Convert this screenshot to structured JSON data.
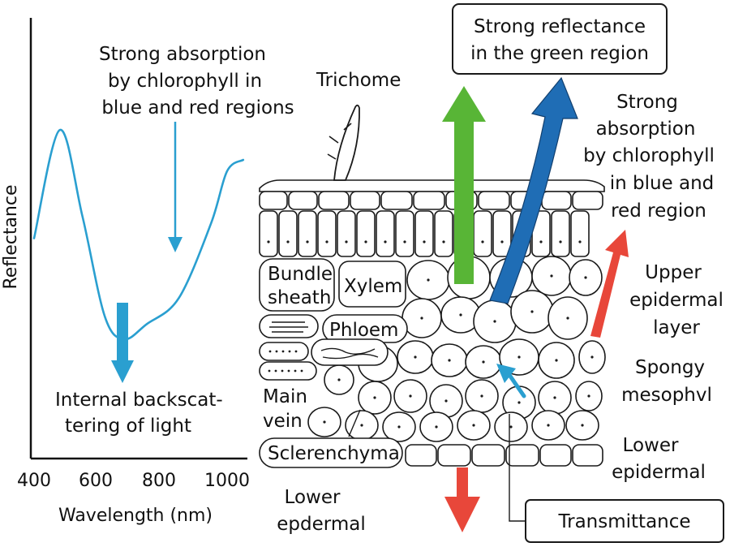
{
  "colors": {
    "curve": "#2a9fd0",
    "arrow_blue": "#2a9fd0",
    "arrow_green": "#58b536",
    "arrow_darkblue": "#1f6db5",
    "arrow_red": "#e8473a",
    "ink": "#111111"
  },
  "chart": {
    "ylabel": "Reflectance",
    "xlabel": "Wavelength (nm)",
    "ticks": [
      "400",
      "600",
      "800",
      "1000"
    ],
    "annotation_absorption": [
      "Strong absorption",
      "by chlorophyll in",
      "blue and red regions"
    ],
    "annotation_backscatter": [
      "Internal backscat-",
      "tering of light"
    ]
  },
  "chart_data": {
    "type": "line",
    "xlabel": "Wavelength (nm)",
    "ylabel": "Reflectance",
    "x_ticks": [
      400,
      600,
      800,
      1000
    ],
    "xlim": [
      400,
      1050
    ],
    "series": [
      {
        "x": [
          400,
          480,
          550,
          620,
          680,
          750,
          850,
          950,
          1000,
          1050
        ],
        "values": [
          0.59,
          0.88,
          0.65,
          0.38,
          0.32,
          0.36,
          0.43,
          0.63,
          0.77,
          0.8
        ]
      }
    ]
  },
  "labels": {
    "trichome": "Trichome",
    "bundle_sheath": [
      "Bundle",
      "sheath"
    ],
    "xylem": "Xylem",
    "phloem": "Phloem",
    "main_vein": [
      "Main",
      "vein"
    ],
    "sclerenchyma": "Sclerenchyma",
    "lower_epdermal": [
      "Lower",
      "epdermal"
    ],
    "strong_reflectance": [
      "Strong reflectance",
      "in the green region"
    ],
    "strong_absorption_right": [
      "Strong",
      "absorption",
      "by chlorophyll",
      "in blue and",
      "red region"
    ],
    "upper_epidermal": [
      "Upper",
      "epidermal",
      "layer"
    ],
    "spongy": [
      "Spongy",
      "mesophvl"
    ],
    "lower_epidermal_right": [
      "Lower",
      "epidermal"
    ],
    "transmittance": "Transmittance"
  }
}
